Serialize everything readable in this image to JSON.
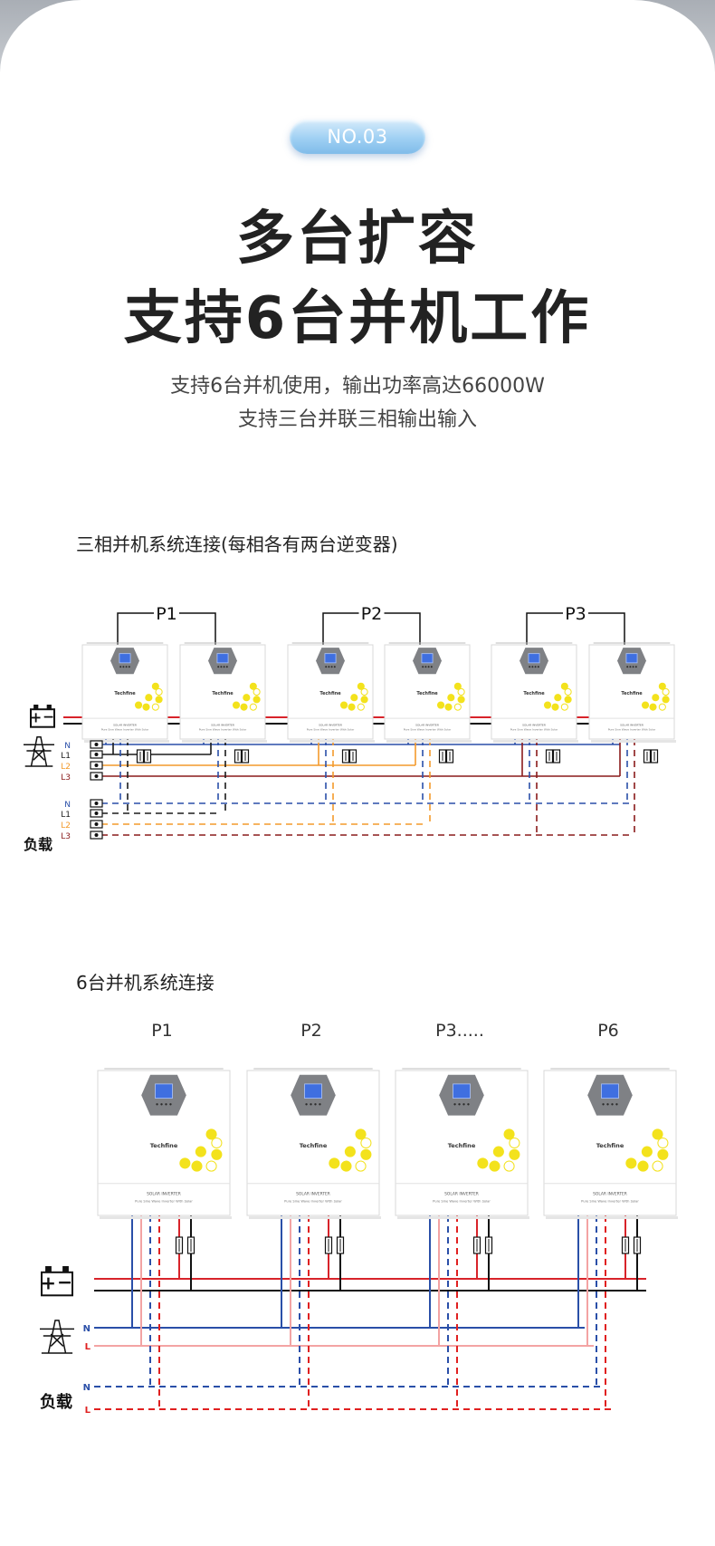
{
  "badge": "NO.03",
  "title_line1": "多台扩容",
  "title_line2": "支持6台并机工作",
  "subtitle_line1": "支持6台并机使用，输出功率高达66000W",
  "subtitle_line2": "支持三台并联三相输出输入",
  "diagram1": {
    "heading": "三相并机系统连接(每相各有两台逆变器)",
    "groups": [
      "P1",
      "P2",
      "P3"
    ],
    "grid_lines": [
      "N",
      "L1",
      "L2",
      "L3"
    ],
    "load_lines": [
      "N",
      "L1",
      "L2",
      "L3"
    ],
    "load_label": "负载"
  },
  "diagram2": {
    "heading": "6台并机系统连接",
    "units": [
      "P1",
      "P2",
      "P3.....",
      "P6"
    ],
    "grid_lines": [
      "N",
      "L"
    ],
    "load_lines": [
      "N",
      "L"
    ],
    "load_label": "负载"
  },
  "inverter": {
    "brand": "Techfine",
    "model": "SOLAR INVERTER",
    "caption": "Pure Sine Wave Inverter With Solar"
  },
  "colors": {
    "battery_pos": "#d8232a",
    "battery_neg": "#111111",
    "neutral": "#2a4fa8",
    "l1": "#1b1b1b",
    "l2": "#f39a2b",
    "l3": "#8a1b1b",
    "grid_l": "#f3a3a3",
    "load_l": "#e02020",
    "accent_yellow": "#f3e21c",
    "badge": "#9fd0f3"
  }
}
